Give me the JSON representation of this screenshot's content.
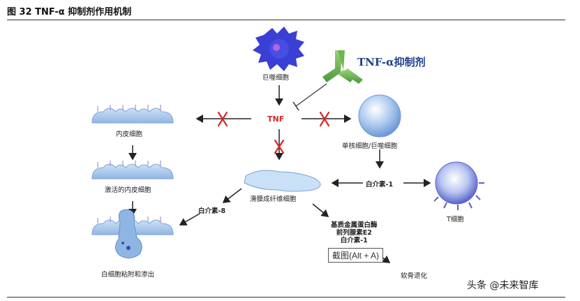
{
  "figure_title": "图 32 TNF-α 抑制剂作用机制",
  "drug_label": "TNF-α抑制剂",
  "tnf_label": "TNF",
  "cells": {
    "macrophage": "巨噬细胞",
    "endothelial": "内皮细胞",
    "activated_endothelial": "激活的内皮细胞",
    "leukocyte_adhesion": "白细胞粘附和渗出",
    "monocyte_macrophage": "单核细胞/巨噬细胞",
    "synovial_fibroblast": "滑膜成纤维细胞",
    "t_cell": "T细胞"
  },
  "mediators": {
    "il1": "白介素-1",
    "il8": "白介素-8",
    "outputs": [
      "基质金属蛋白酶",
      "前列腺素E2",
      "白介素-1"
    ]
  },
  "outcome": "软骨退化",
  "tooltip": "截图(Alt + A)",
  "watermark": "头条 @未来智库",
  "colors": {
    "inhibit_x": "#d9262a",
    "drug": "#1f3f8f",
    "cell_blue": "#8fb6e3",
    "macrophage": "#3a3fd6"
  }
}
